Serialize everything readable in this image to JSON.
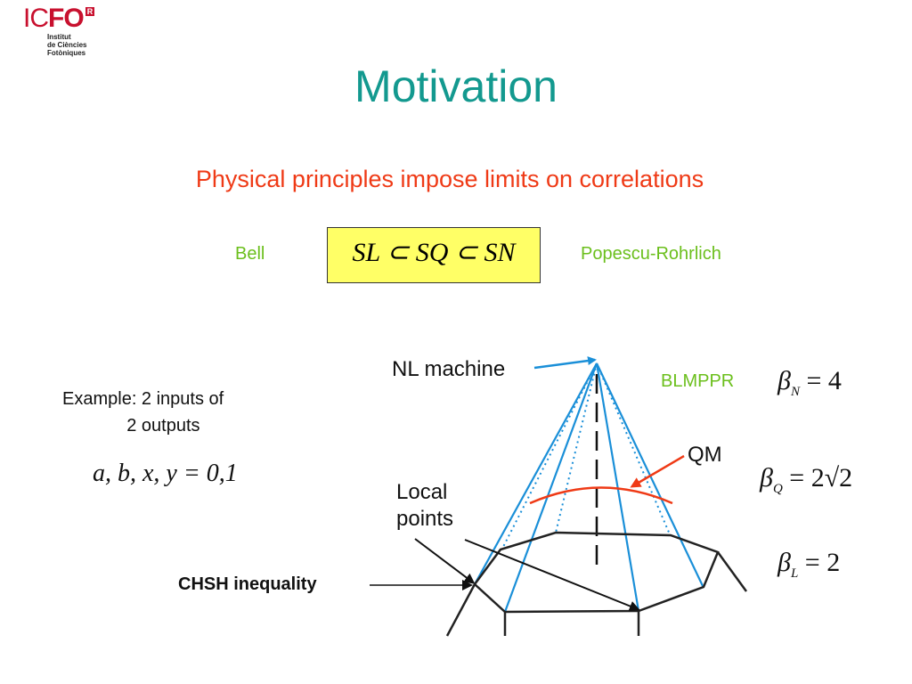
{
  "logo": {
    "brand_ic": "IC",
    "brand_fo": "FO",
    "mark": "R",
    "lines": [
      "Institut",
      "de Ciències",
      "Fotòniques"
    ]
  },
  "title": "Motivation",
  "subtitle": "Physical principles impose limits on correlations",
  "left_label": "Bell",
  "right_label": "Popescu-Rohrlich",
  "formula": "SL ⊂ SQ ⊂ SN",
  "nl_machine_label": "NL machine",
  "qm_label": "QM",
  "local_points_label": "Local\npoints",
  "example_text": "Example: 2 inputs of\n             2 outputs",
  "variables": "a, b, x, y = 0,1",
  "chsh_label": "CHSH inequality",
  "blmppr_label": "BLMPPR",
  "beta_n": "β",
  "beta_n_sub": "N",
  "beta_n_rhs": " = 4",
  "beta_q": "β",
  "beta_q_sub": "Q",
  "beta_q_rhs": " = 2√2",
  "beta_l": "β",
  "beta_l_sub": "L",
  "beta_l_rhs": " = 2",
  "colors": {
    "title": "#13998f",
    "subtitle": "#ef3a16",
    "green_labels": "#6bbf1c",
    "formula_box": "#ffff66",
    "cone_lines": "#1a8fd8",
    "qm_arc": "#ef3a16"
  }
}
